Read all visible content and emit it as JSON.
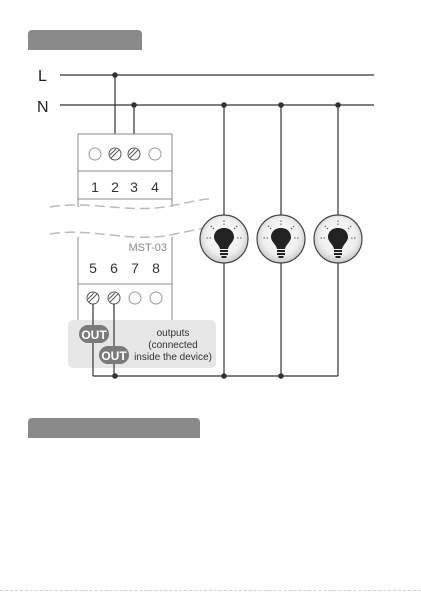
{
  "lines": {
    "live": "L",
    "neutral": "N"
  },
  "relay": {
    "model": "MST-03",
    "top_terminals": [
      "1",
      "2",
      "3",
      "4"
    ],
    "bottom_terminals": [
      "5",
      "6",
      "7",
      "8"
    ]
  },
  "outputs": {
    "badge_1": "OUT",
    "badge_2": "OUT",
    "note_line_1": "outputs",
    "note_line_2": "(connected",
    "note_line_3": "inside the device)"
  },
  "lamps": [
    {
      "icon": "bulb-icon"
    },
    {
      "icon": "bulb-icon"
    },
    {
      "icon": "bulb-icon"
    }
  ],
  "colors": {
    "wire": "#333333",
    "tab_bar": "#8a8a8a",
    "badge": "#7a7a7a",
    "note_box": "#e6e6e6"
  }
}
